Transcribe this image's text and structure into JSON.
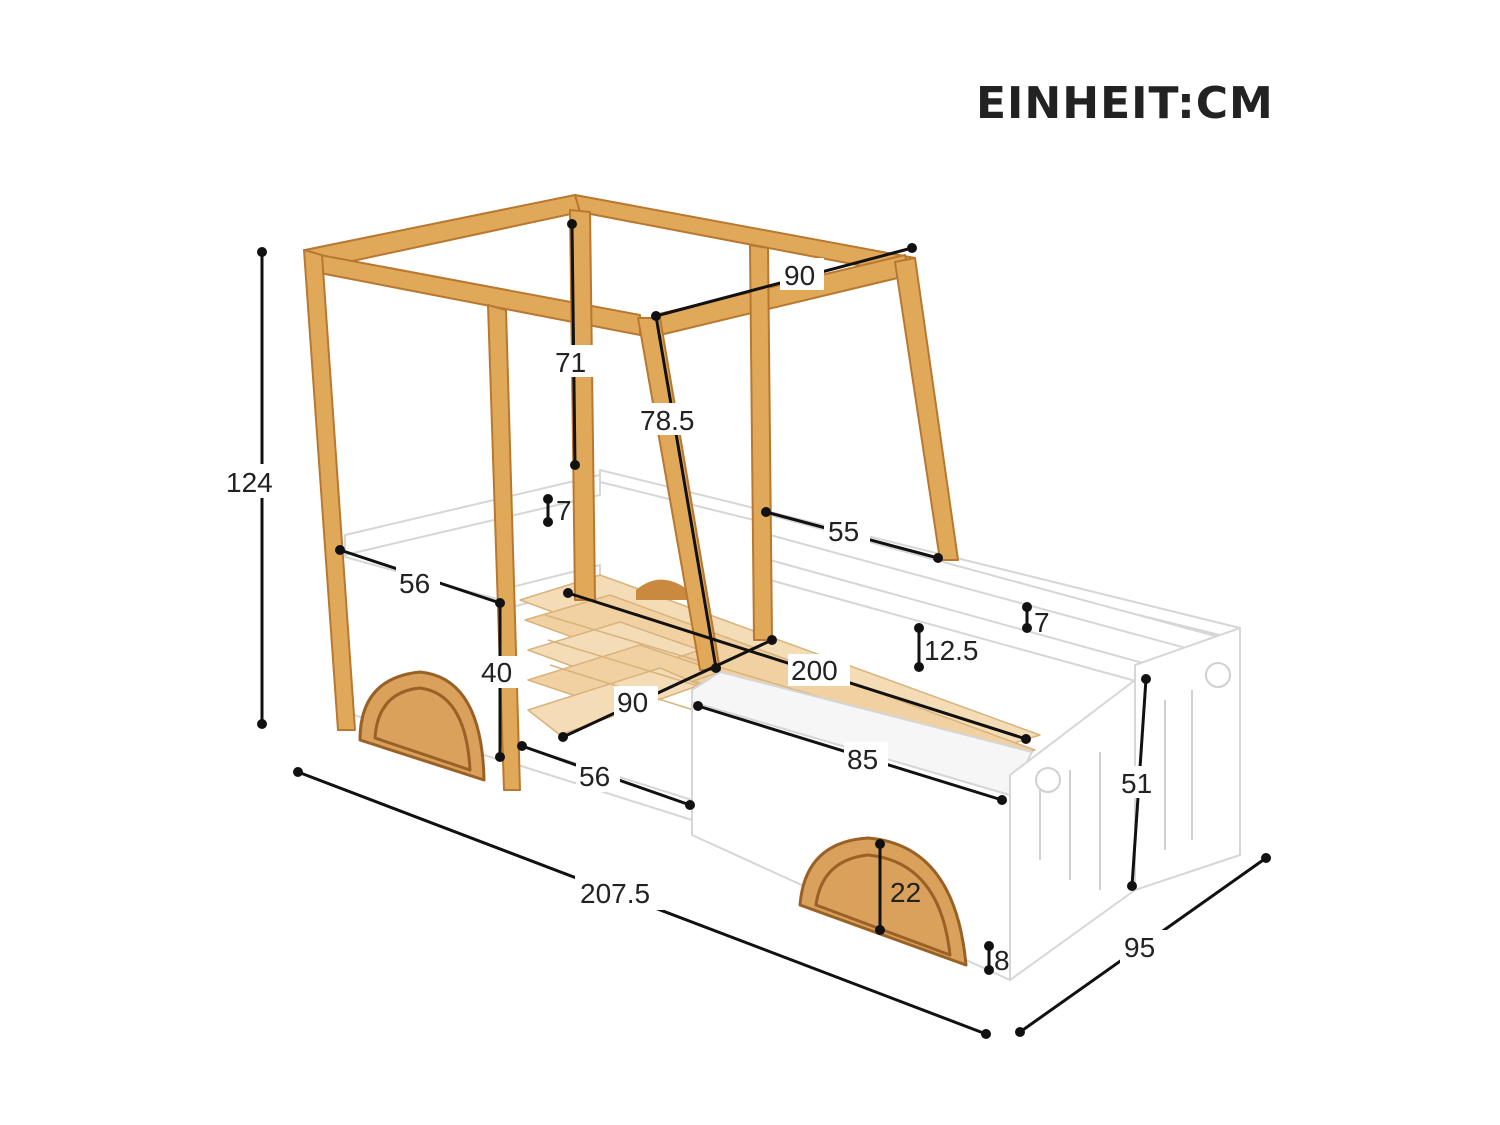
{
  "title": "EINHEIT:CM",
  "colors": {
    "wood": "#e0a95a",
    "wood_dark": "#b9772f",
    "wood_light": "#f1d1a1",
    "panel": "#ffffff",
    "panel_edge": "#d6d6d6",
    "dimension": "#111111"
  },
  "dimensions": {
    "total_height": "124",
    "total_length": "207.5",
    "total_width": "95",
    "canopy_width": "90",
    "canopy_height": "71",
    "canopy_slant": "78.5",
    "upper_rail": "7",
    "canopy_side": "55",
    "rear_panel_top": "56",
    "rear_panel_height": "40",
    "slat_width": "90",
    "front_step": "56",
    "inner_length": "200",
    "side_gap": "12.5",
    "side_rail": "7",
    "front_panel": "85",
    "hood_height": "51",
    "wheel_height": "22",
    "ground_clearance": "8"
  }
}
